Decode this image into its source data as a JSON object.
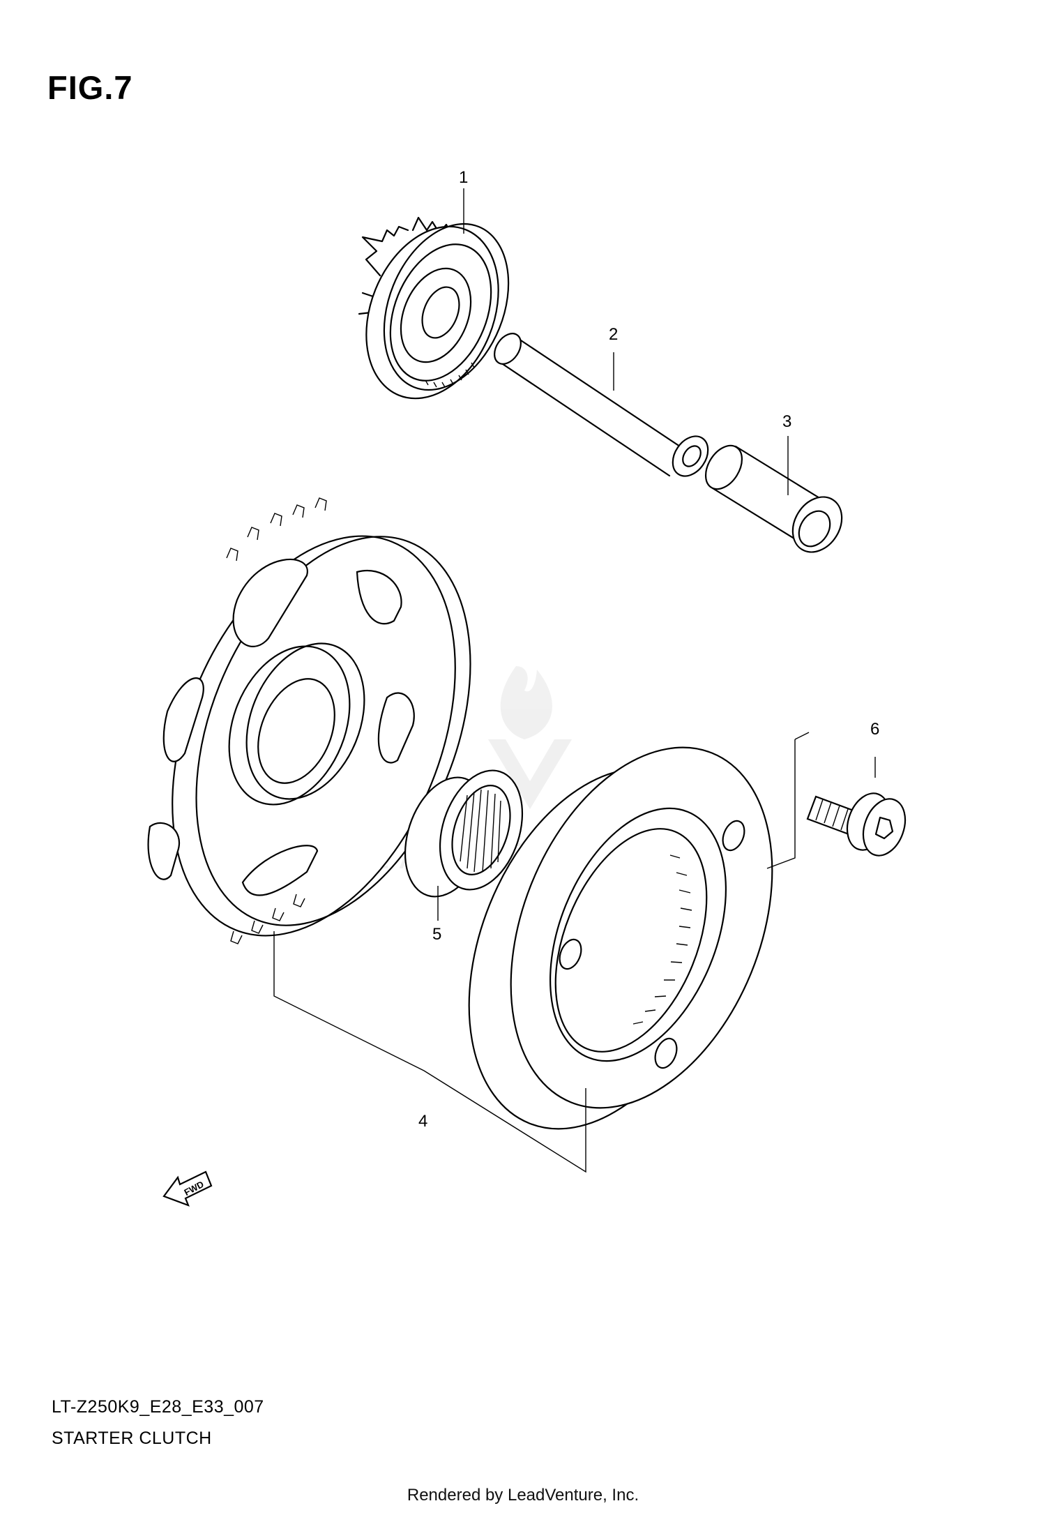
{
  "figure": {
    "title": "FIG.7"
  },
  "parts": [
    {
      "ref": "1"
    },
    {
      "ref": "2"
    },
    {
      "ref": "3"
    },
    {
      "ref": "4"
    },
    {
      "ref": "5"
    },
    {
      "ref": "6"
    }
  ],
  "direction_marker": {
    "text": "FWD",
    "icon": "arrow-left-icon"
  },
  "watermark": {
    "text": "LEADVENTURE"
  },
  "footer": {
    "diagram_code": "LT-Z250K9_E28_E33_007",
    "diagram_name": "STARTER CLUTCH"
  },
  "credit": "Rendered by LeadVenture, Inc."
}
